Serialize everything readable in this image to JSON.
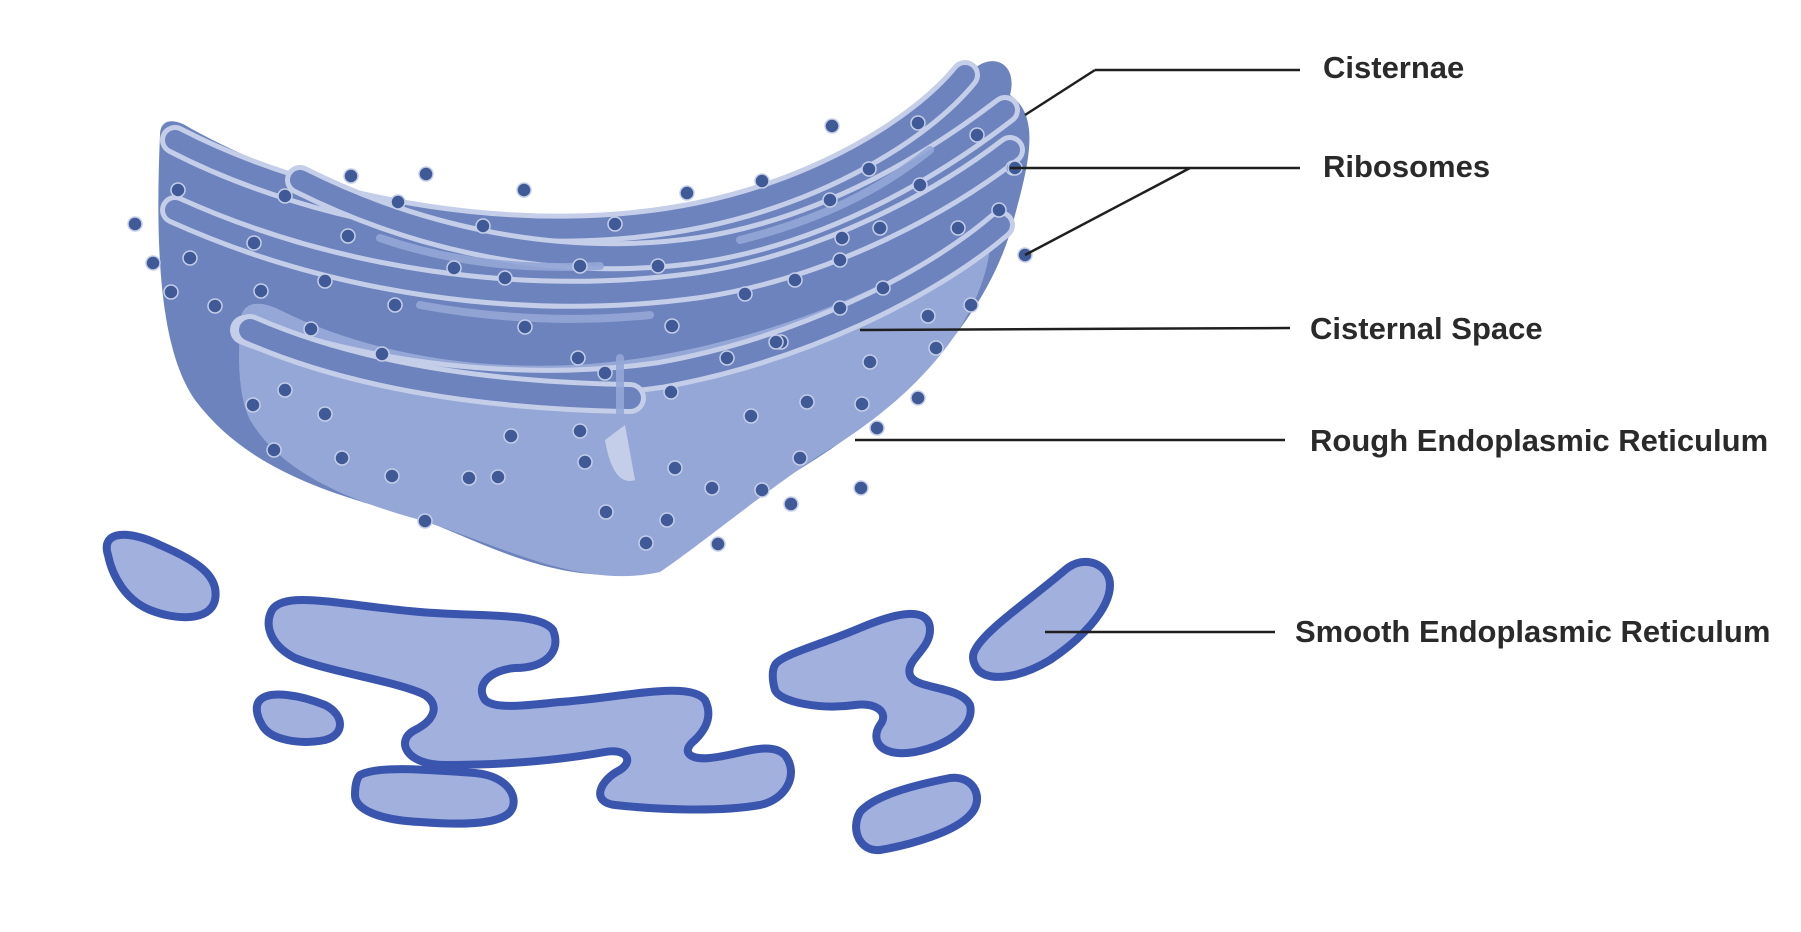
{
  "labels": {
    "cisternae": "Cisternae",
    "ribosomes": "Ribosomes",
    "cisternal_space": "Cisternal Space",
    "rough_er": "Rough Endoplasmic Reticulum",
    "smooth_er": "Smooth Endoplasmic Reticulum"
  },
  "colors": {
    "rer_dark": "#6c83bd",
    "rer_light": "#94a7d6",
    "cistern_outline": "#c5cee8",
    "ribosome": "#3f5a96",
    "ser_fill": "#a2b0dd",
    "ser_outline": "#3a55ae",
    "leader_line": "#1f1f1f",
    "label_text": "#2a2a2a"
  }
}
